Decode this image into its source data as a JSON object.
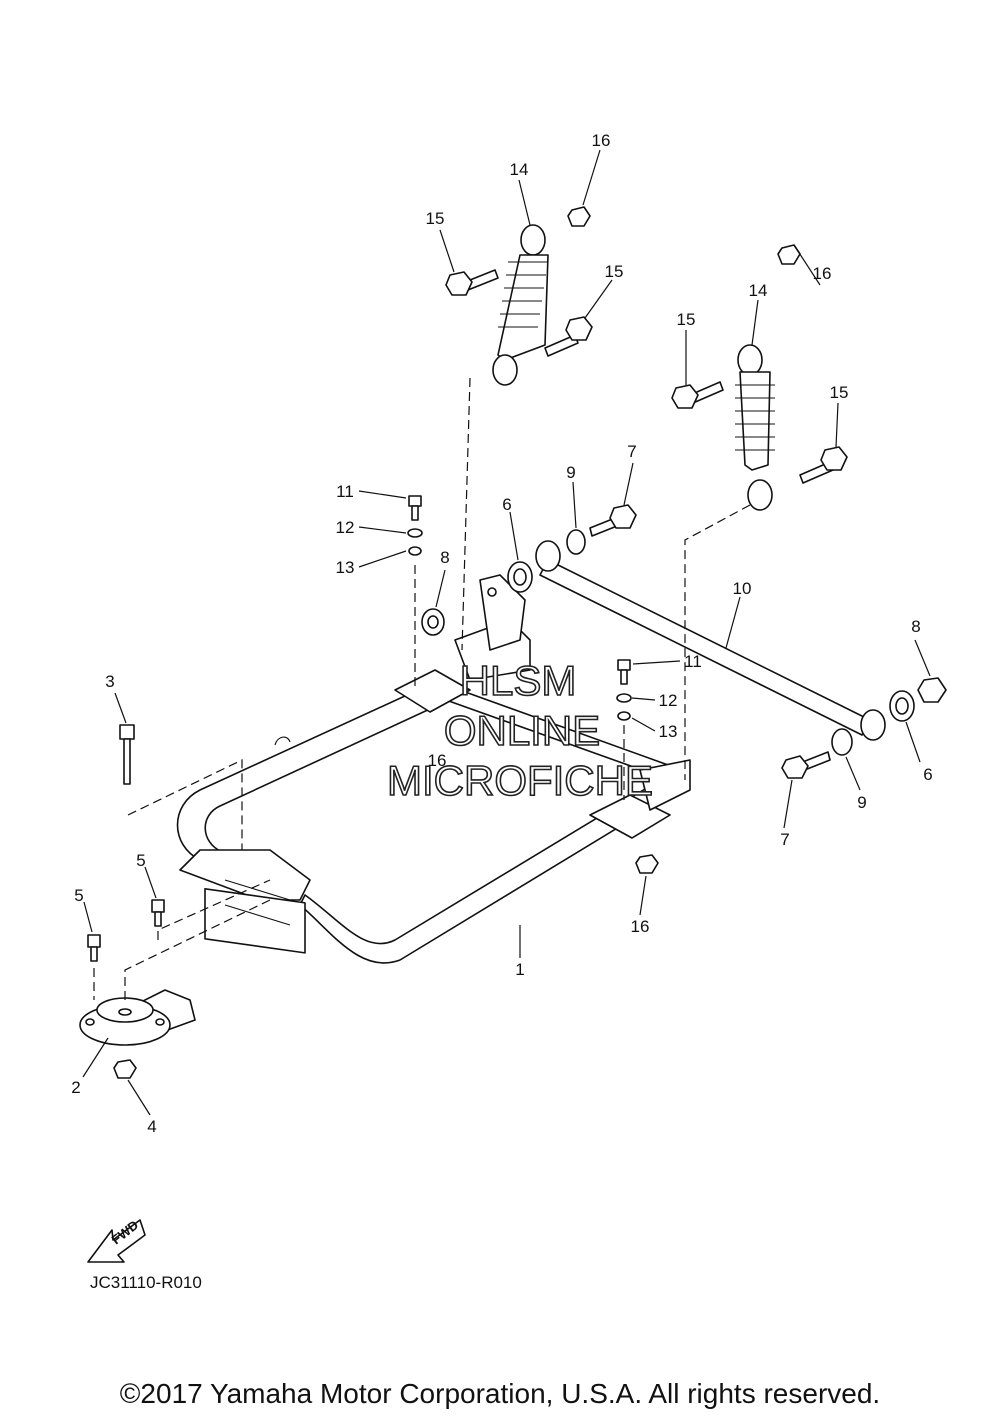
{
  "diagram": {
    "drawing_code": "JC31110-R010",
    "fwd_label": "FWD",
    "watermark": [
      "HLSM",
      "ONLINE",
      "MICROFICHE"
    ],
    "copyright": "©2017 Yamaha Motor Corporation, U.S.A. All rights reserved.",
    "labels": {
      "l1": "1",
      "l2": "2",
      "l3": "3",
      "l4": "4",
      "l5a": "5",
      "l5b": "5",
      "l6a": "6",
      "l6b": "6",
      "l7a": "7",
      "l7b": "7",
      "l8a": "8",
      "l8b": "8",
      "l9a": "9",
      "l9b": "9",
      "l10": "10",
      "l11a": "11",
      "l11b": "11",
      "l12a": "12",
      "l12b": "12",
      "l13a": "13",
      "l13b": "13",
      "l14a": "14",
      "l14b": "14",
      "l15a": "15",
      "l15b": "15",
      "l15c": "15",
      "l15d": "15",
      "l16a": "16",
      "l16b": "16",
      "l16c": "16",
      "l16d": "16"
    }
  }
}
